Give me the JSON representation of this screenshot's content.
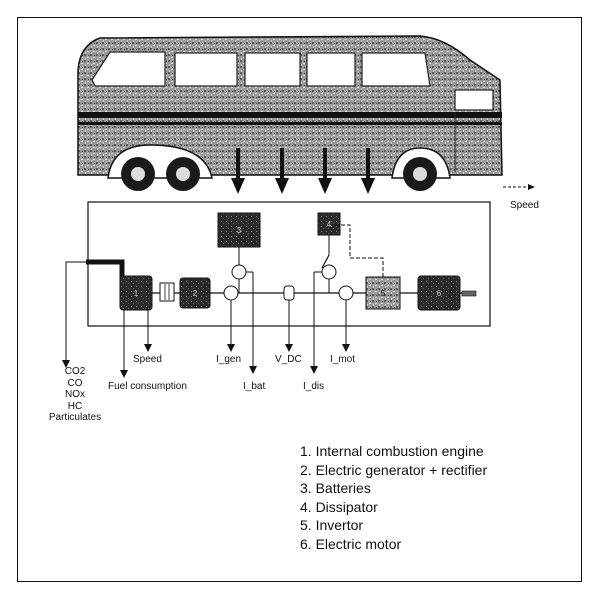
{
  "labels": {
    "speed_right": "Speed",
    "speed_left": "Speed",
    "fuel": "Fuel consumption",
    "i_gen": "I_gen",
    "v_dc": "V_DC",
    "i_mot": "I_mot",
    "i_bat": "I_bat",
    "i_dis": "I_dis"
  },
  "emissions": [
    "CO2",
    "CO",
    "NOx",
    "HC",
    "Particulates"
  ],
  "legend": [
    "1. Internal combustion engine",
    "2. Electric generator + rectifier",
    "3. Batteries",
    "4. Dissipator",
    "5. Invertor",
    "6. Electric motor"
  ],
  "component_labels": {
    "engine": "1",
    "generator": "2",
    "battery": "3",
    "dissipator": "4",
    "invertor": "5",
    "motor": "6"
  }
}
